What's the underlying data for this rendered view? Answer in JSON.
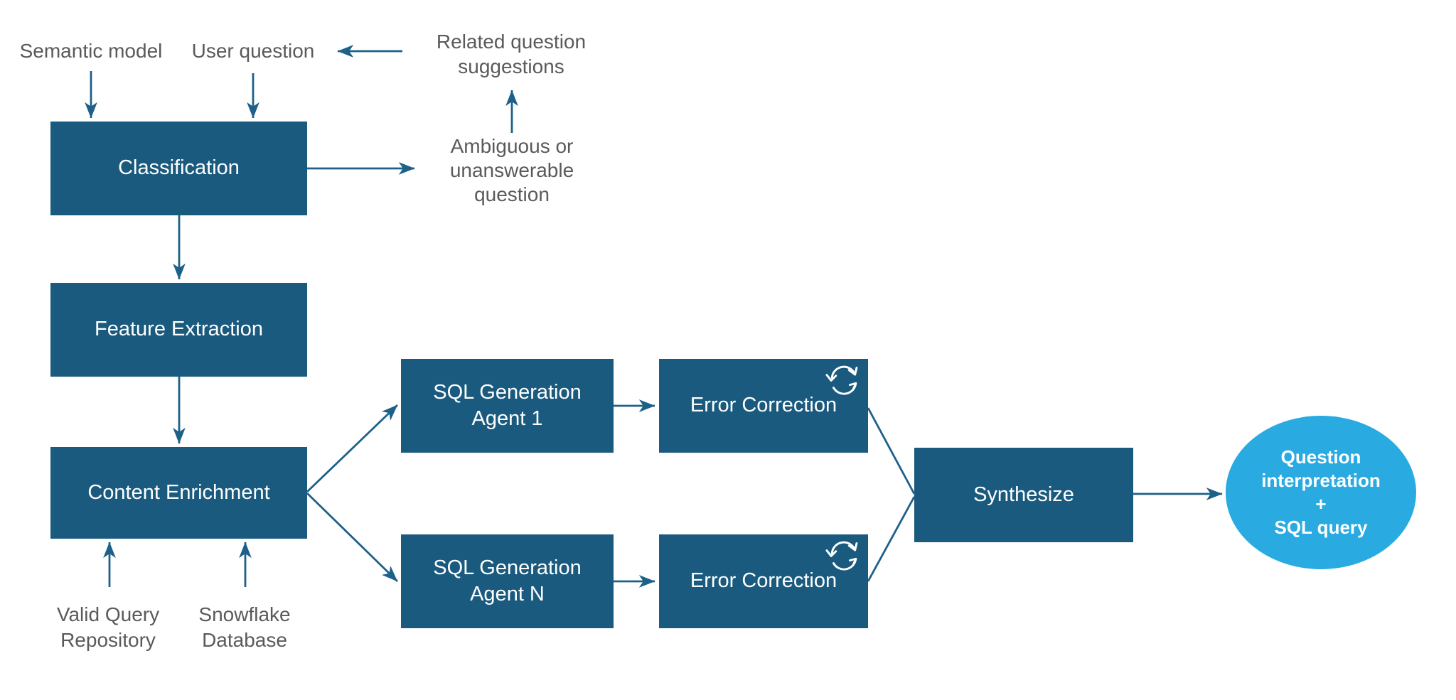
{
  "colors": {
    "node-fill": "#1A5A7E",
    "node-text": "#FFFFFF",
    "arrow": "#1D6089",
    "ellipse-fill": "#29ABE2",
    "label-text": "#595A5C"
  },
  "nodes": {
    "classification": "Classification",
    "feature_extraction": "Feature Extraction",
    "content_enrichment": "Content Enrichment",
    "sql_agent_1": "SQL Generation\nAgent 1",
    "sql_agent_n": "SQL Generation\nAgent N",
    "error_correction_1": "Error Correction",
    "error_correction_2": "Error Correction",
    "synthesize": "Synthesize",
    "output_ellipse": "Question\ninterpretation\n+\nSQL query"
  },
  "labels": {
    "semantic_model": "Semantic model",
    "user_question": "User question",
    "related_question_suggestions": "Related question\nsuggestions",
    "ambiguous_question": "Ambiguous or\nunanswerable\nquestion",
    "valid_query_repository": "Valid Query\nRepository",
    "snowflake_database": "Snowflake\nDatabase"
  }
}
